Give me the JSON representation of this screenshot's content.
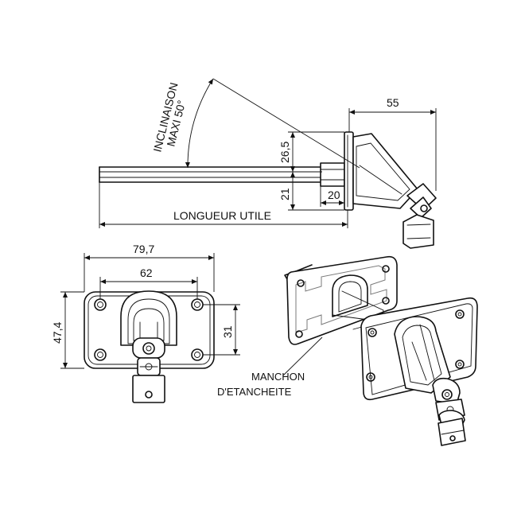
{
  "dimensions": {
    "top_width": "55",
    "upper_height": "26,5",
    "lower_height": "21",
    "stub_length": "20",
    "plate_width": "79,7",
    "hole_spacing_h": "62",
    "plate_height": "47,4",
    "hole_spacing_v": "31"
  },
  "labels": {
    "tilt_line1": "INCLINAISON",
    "tilt_line2": "MAXI 50°",
    "useful_length": "LONGUEUR UTILE",
    "sleeve_line1": "MANCHON",
    "sleeve_line2": "D'ETANCHEITE"
  }
}
